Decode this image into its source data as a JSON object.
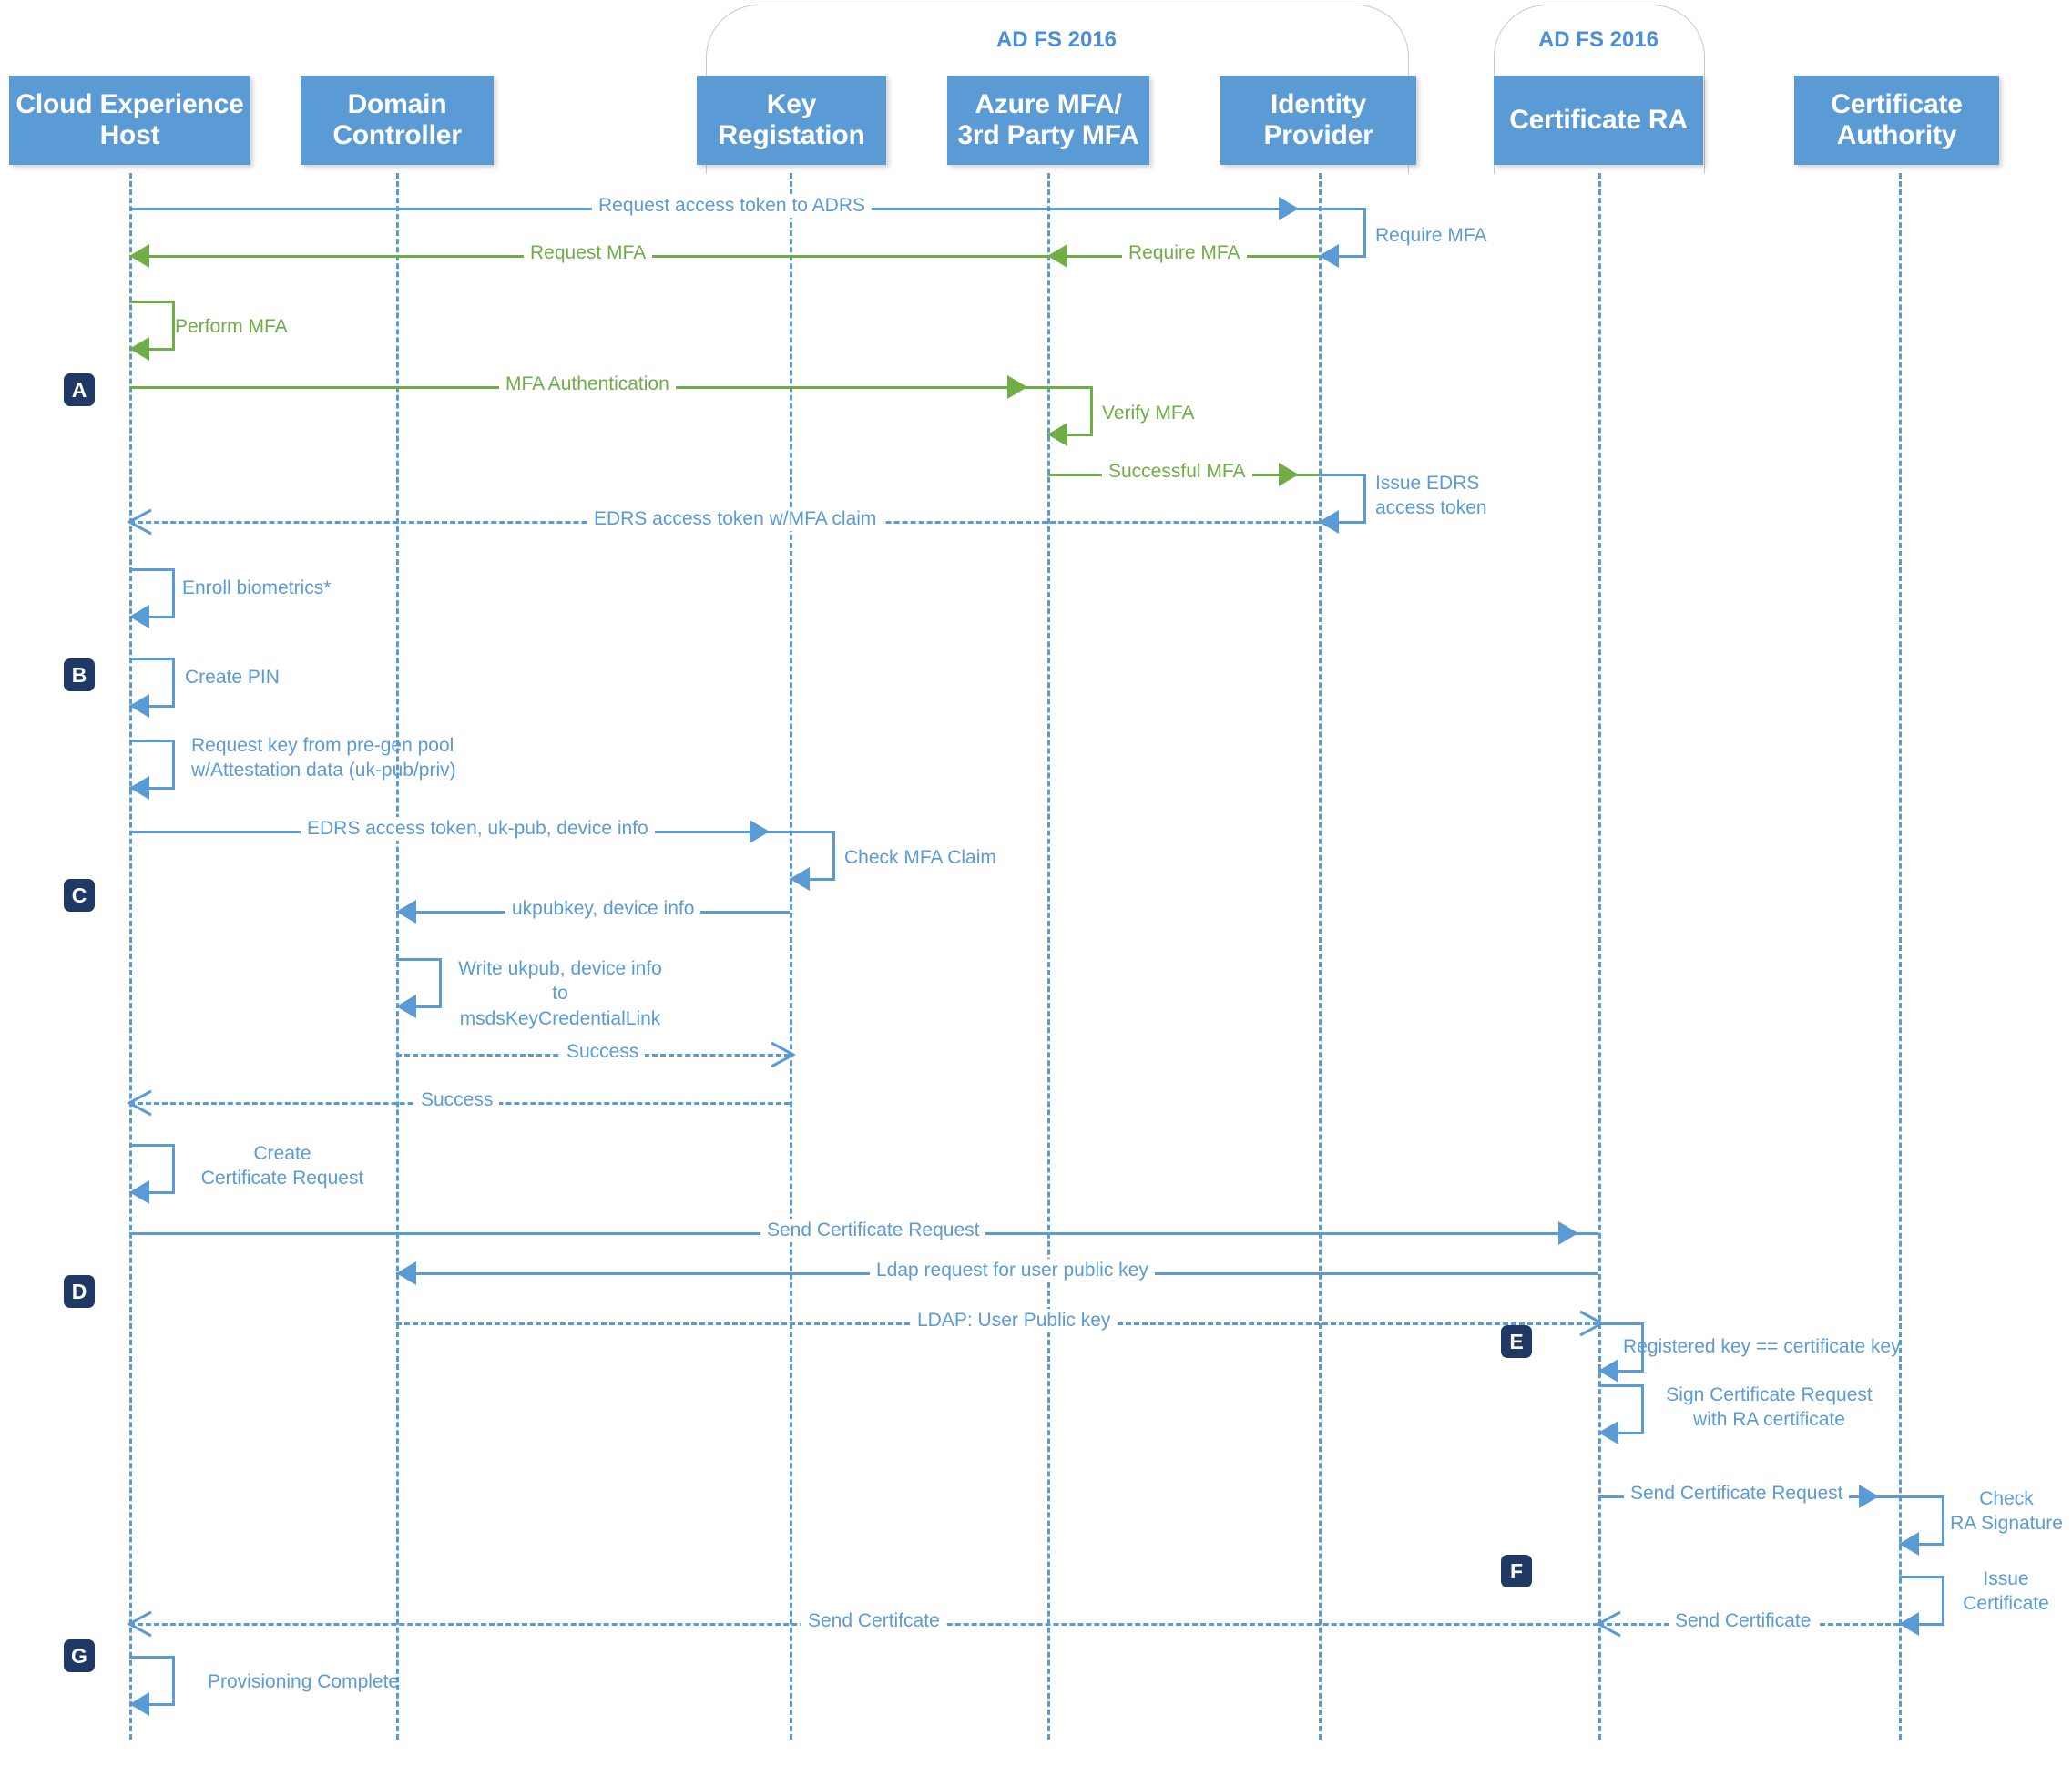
{
  "diagram": {
    "type": "sequence",
    "title": "Windows Hello for Business certificate trust provisioning",
    "colors": {
      "actor_box": "#5B9BD5",
      "lifeline": "#5B9BD5",
      "message_blue": "#5B9BD5",
      "message_green": "#70AD47",
      "marker": "#1F3864",
      "group_label": "#4A90D9"
    }
  },
  "groups": [
    {
      "label": "AD FS 2016",
      "covers": [
        "key-registration",
        "azure-mfa",
        "identity-provider"
      ]
    },
    {
      "label": "AD FS 2016",
      "covers": [
        "certificate-ra"
      ]
    }
  ],
  "actors": [
    {
      "id": "cloud-experience-host",
      "line1": "Cloud Experience",
      "line2": "Host"
    },
    {
      "id": "domain-controller",
      "line1": "Domain",
      "line2": "Controller"
    },
    {
      "id": "key-registration",
      "line1": "Key",
      "line2": "Registation"
    },
    {
      "id": "azure-mfa",
      "line1": "Azure MFA/",
      "line2": "3rd Party MFA"
    },
    {
      "id": "identity-provider",
      "line1": "Identity",
      "line2": "Provider"
    },
    {
      "id": "certificate-ra",
      "line1": "Certificate RA",
      "line2": ""
    },
    {
      "id": "certificate-authority",
      "line1": "Certificate",
      "line2": "Authority"
    }
  ],
  "markers": [
    {
      "id": "A",
      "label": "A"
    },
    {
      "id": "B",
      "label": "B"
    },
    {
      "id": "C",
      "label": "C"
    },
    {
      "id": "D",
      "label": "D"
    },
    {
      "id": "E",
      "label": "E"
    },
    {
      "id": "F",
      "label": "F"
    },
    {
      "id": "G",
      "label": "G"
    }
  ],
  "messages": [
    {
      "id": "m01",
      "label": "Request access token to ADRS",
      "from": "cloud-experience-host",
      "to": "identity-provider",
      "style": "solid",
      "color": "blue"
    },
    {
      "id": "m02",
      "label": "Require MFA",
      "from": "identity-provider",
      "to": "identity-provider",
      "style": "self",
      "color": "blue"
    },
    {
      "id": "m03",
      "label": "Require MFA",
      "from": "identity-provider",
      "to": "azure-mfa",
      "style": "solid",
      "color": "green"
    },
    {
      "id": "m04",
      "label": "Request MFA",
      "from": "azure-mfa",
      "to": "cloud-experience-host",
      "style": "solid",
      "color": "green"
    },
    {
      "id": "m05",
      "label": "Perform MFA",
      "from": "cloud-experience-host",
      "to": "cloud-experience-host",
      "style": "self",
      "color": "green"
    },
    {
      "id": "m06",
      "label": "MFA Authentication",
      "from": "cloud-experience-host",
      "to": "azure-mfa",
      "style": "solid",
      "color": "green"
    },
    {
      "id": "m07",
      "label": "Verify MFA",
      "from": "azure-mfa",
      "to": "azure-mfa",
      "style": "self",
      "color": "green"
    },
    {
      "id": "m08",
      "label": "Successful MFA",
      "from": "azure-mfa",
      "to": "identity-provider",
      "style": "solid",
      "color": "green"
    },
    {
      "id": "m09",
      "label": "Issue EDRS\naccess token",
      "from": "identity-provider",
      "to": "identity-provider",
      "style": "self",
      "color": "blue"
    },
    {
      "id": "m10",
      "label": "EDRS access token w/MFA claim",
      "from": "identity-provider",
      "to": "cloud-experience-host",
      "style": "dashed",
      "color": "blue"
    },
    {
      "id": "m11",
      "label": "Enroll biometrics*",
      "from": "cloud-experience-host",
      "to": "cloud-experience-host",
      "style": "self",
      "color": "blue"
    },
    {
      "id": "m12",
      "label": "Create PIN",
      "from": "cloud-experience-host",
      "to": "cloud-experience-host",
      "style": "self",
      "color": "blue"
    },
    {
      "id": "m13",
      "label": "Request key from pre-gen pool\nw/Attestation data (uk-pub/priv)",
      "from": "cloud-experience-host",
      "to": "cloud-experience-host",
      "style": "self",
      "color": "blue"
    },
    {
      "id": "m14",
      "label": "EDRS access token, uk-pub, device info",
      "from": "cloud-experience-host",
      "to": "key-registration",
      "style": "solid",
      "color": "blue"
    },
    {
      "id": "m15",
      "label": "Check MFA Claim",
      "from": "key-registration",
      "to": "key-registration",
      "style": "self",
      "color": "blue"
    },
    {
      "id": "m16",
      "label": "ukpubkey, device info",
      "from": "key-registration",
      "to": "domain-controller",
      "style": "solid",
      "color": "blue"
    },
    {
      "id": "m17",
      "label": "Write ukpub, device info\nto\nmsdsKeyCredentialLink",
      "from": "domain-controller",
      "to": "domain-controller",
      "style": "self",
      "color": "blue"
    },
    {
      "id": "m18",
      "label": "Success",
      "from": "domain-controller",
      "to": "key-registration",
      "style": "dashed",
      "color": "blue"
    },
    {
      "id": "m19",
      "label": "Success",
      "from": "key-registration",
      "to": "cloud-experience-host",
      "style": "dashed",
      "color": "blue"
    },
    {
      "id": "m20",
      "label": "Create\nCertificate Request",
      "from": "cloud-experience-host",
      "to": "cloud-experience-host",
      "style": "self",
      "color": "blue"
    },
    {
      "id": "m21",
      "label": "Send Certificate Request",
      "from": "cloud-experience-host",
      "to": "certificate-ra",
      "style": "solid",
      "color": "blue"
    },
    {
      "id": "m22",
      "label": "Ldap request for user public key",
      "from": "certificate-ra",
      "to": "domain-controller",
      "style": "solid",
      "color": "blue"
    },
    {
      "id": "m23",
      "label": "LDAP: User Public key",
      "from": "domain-controller",
      "to": "certificate-ra",
      "style": "dashed",
      "color": "blue"
    },
    {
      "id": "m24",
      "label": "Registered key == certificate key",
      "from": "certificate-ra",
      "to": "certificate-ra",
      "style": "self",
      "color": "blue"
    },
    {
      "id": "m25",
      "label": "Sign Certificate Request\nwith RA certificate",
      "from": "certificate-ra",
      "to": "certificate-ra",
      "style": "self",
      "color": "blue"
    },
    {
      "id": "m26",
      "label": "Send Certificate Request",
      "from": "certificate-ra",
      "to": "certificate-authority",
      "style": "solid",
      "color": "blue"
    },
    {
      "id": "m27",
      "label": "Check\nRA Signature",
      "from": "certificate-authority",
      "to": "certificate-authority",
      "style": "self",
      "color": "blue"
    },
    {
      "id": "m28",
      "label": "Issue\nCertificate",
      "from": "certificate-authority",
      "to": "certificate-authority",
      "style": "self",
      "color": "blue"
    },
    {
      "id": "m29",
      "label": "Send Certificate",
      "from": "certificate-authority",
      "to": "certificate-ra",
      "style": "dashed",
      "color": "blue"
    },
    {
      "id": "m30",
      "label": "Send Certifcate",
      "from": "certificate-ra",
      "to": "cloud-experience-host",
      "style": "dashed",
      "color": "blue"
    },
    {
      "id": "m31",
      "label": "Provisioning Complete",
      "from": "cloud-experience-host",
      "to": "cloud-experience-host",
      "style": "self",
      "color": "blue"
    }
  ],
  "labels": {
    "m01": "Request access token to ADRS",
    "m02": "Require MFA",
    "m03": "Require MFA",
    "m04": "Request MFA",
    "m05": "Perform MFA",
    "m06": "MFA Authentication",
    "m07": "Verify MFA",
    "m08": "Successful MFA",
    "m09_l1": "Issue EDRS",
    "m09_l2": "access token",
    "m10": "EDRS access token w/MFA claim",
    "m11": "Enroll biometrics*",
    "m12": "Create PIN",
    "m13_l1": "Request key from pre-gen pool",
    "m13_l2": "w/Attestation data (uk-pub/priv)",
    "m14": "EDRS access token, uk-pub, device info",
    "m15": "Check MFA Claim",
    "m16": "ukpubkey, device info",
    "m17_l1": "Write ukpub, device info",
    "m17_l2": "to",
    "m17_l3": "msdsKeyCredentialLink",
    "m18": "Success",
    "m19": "Success",
    "m20_l1": "Create",
    "m20_l2": "Certificate Request",
    "m21": "Send Certificate Request",
    "m22": "Ldap request for user public key",
    "m23": "LDAP: User Public key",
    "m24": "Registered key == certificate key",
    "m25_l1": "Sign Certificate Request",
    "m25_l2": "with RA certificate",
    "m26": "Send Certificate Request",
    "m27_l1": "Check",
    "m27_l2": "RA Signature",
    "m28_l1": "Issue",
    "m28_l2": "Certificate",
    "m29": "Send Certificate",
    "m30": "Send Certifcate",
    "m31": "Provisioning Complete"
  }
}
